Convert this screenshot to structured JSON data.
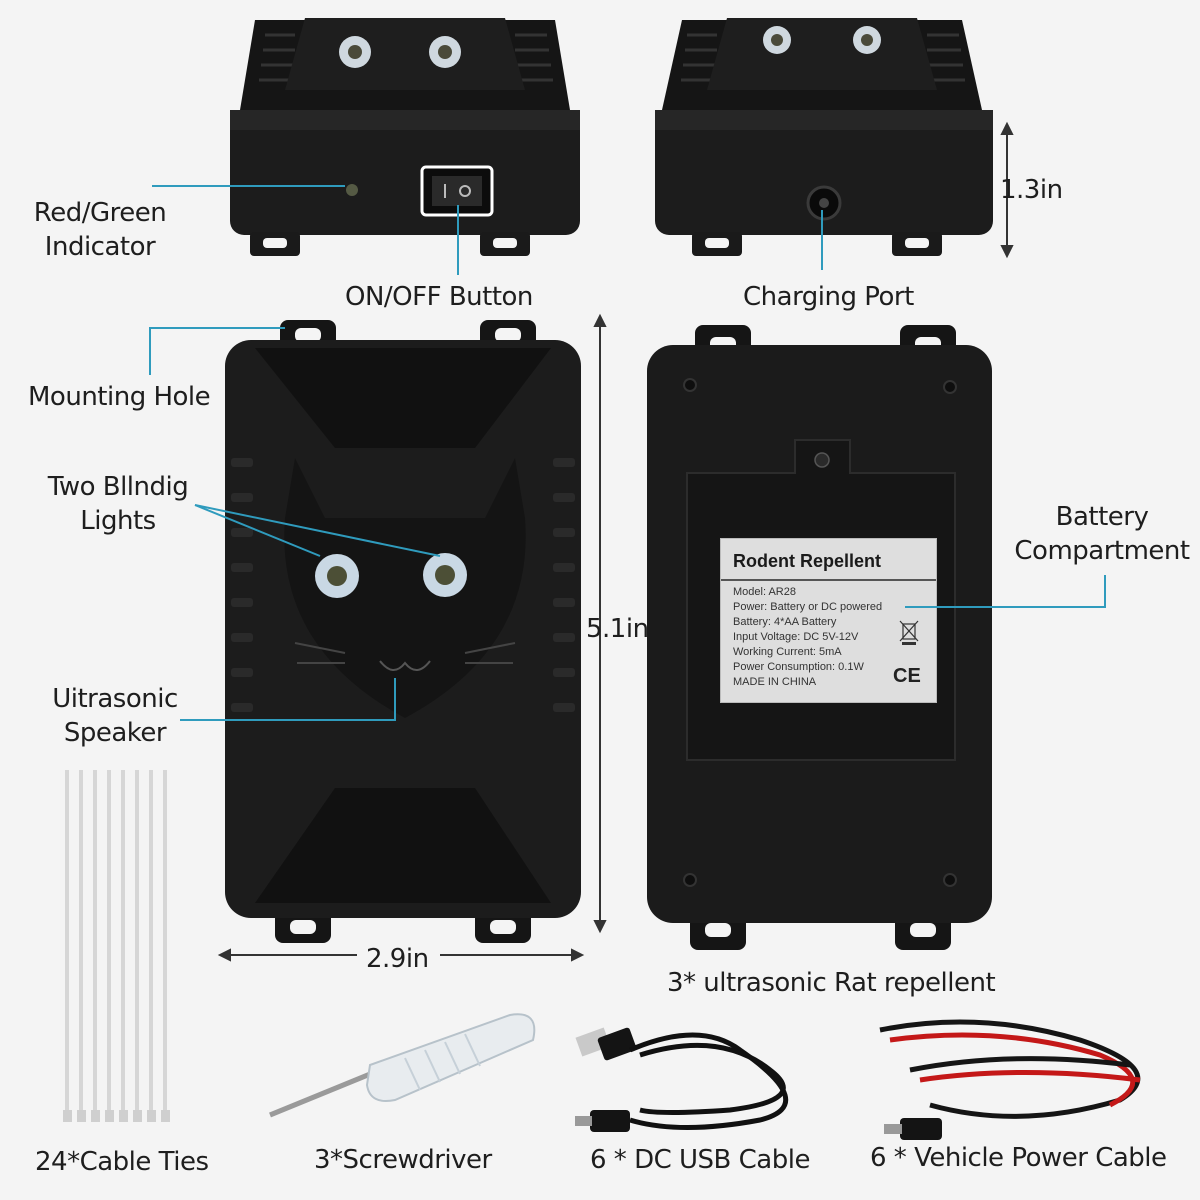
{
  "callouts": {
    "red_green_indicator": [
      "Red/Green",
      "Indicator"
    ],
    "on_off_button": "ON/OFF Button",
    "charging_port": "Charging Port",
    "mounting_hole": "Mounting Hole",
    "blinking_lights": [
      "Two Bllndig",
      "Lights"
    ],
    "ultrasonic_speaker": [
      "Uitrasonic",
      "Speaker"
    ],
    "battery_compartment": [
      "Battery",
      "Compartment"
    ]
  },
  "dimensions": {
    "height": "1.3in",
    "length": "5.1in",
    "width": "2.9in"
  },
  "product_label": {
    "title": "Rodent Repellent",
    "lines": [
      "Model: AR28",
      "Power: Battery or DC powered",
      "Battery: 4*AA Battery",
      "Input Voltage: DC 5V-12V",
      "Working Current: 5mA",
      "Power Consumption: 0.1W",
      "MADE IN CHINA"
    ],
    "mark": "CE"
  },
  "package": {
    "main_unit": "3* ultrasonic Rat repellent",
    "items": [
      "24*Cable Ties",
      "3*Screwdriver",
      "6 * DC USB Cable",
      "6 * Vehicle Power  Cable"
    ]
  },
  "colors": {
    "accent_line": "#2f9bbd",
    "device_body": "#1a1a1a",
    "background": "#f4f4f4"
  }
}
